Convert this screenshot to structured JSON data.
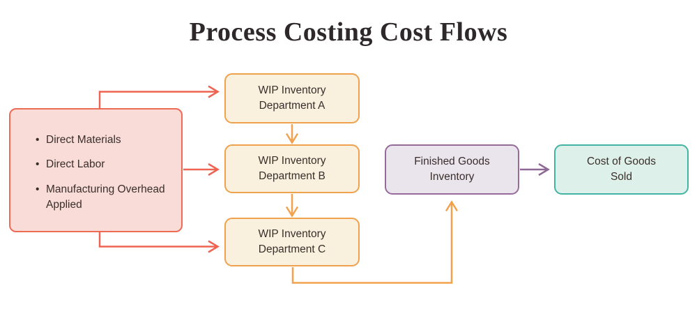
{
  "title": "Process Costing Cost Flows",
  "inputs": {
    "items": [
      "Direct Materials",
      "Direct Labor",
      "Manufacturing Overhead Applied"
    ]
  },
  "wip": [
    {
      "label": "WIP Inventory\nDepartment A"
    },
    {
      "label": "WIP Inventory\nDepartment B"
    },
    {
      "label": "WIP Inventory\nDepartment C"
    }
  ],
  "finished_goods_label": "Finished Goods\nInventory",
  "cogs_label": "Cost of Goods\nSold",
  "colors": {
    "title_text": "#2e282b",
    "body_text": "#3a2e2b",
    "red_border": "#ed6a55",
    "red_fill": "#f9dcd8",
    "red_arrow": "#ee6351",
    "orange_border": "#f0a14e",
    "orange_fill": "#faf0de",
    "orange_arrow": "#f2a24e",
    "purple_border": "#966b9c",
    "purple_fill": "#eae4ec",
    "purple_arrow": "#8f6996",
    "teal_border": "#43b3a3",
    "teal_fill": "#def0ea"
  }
}
